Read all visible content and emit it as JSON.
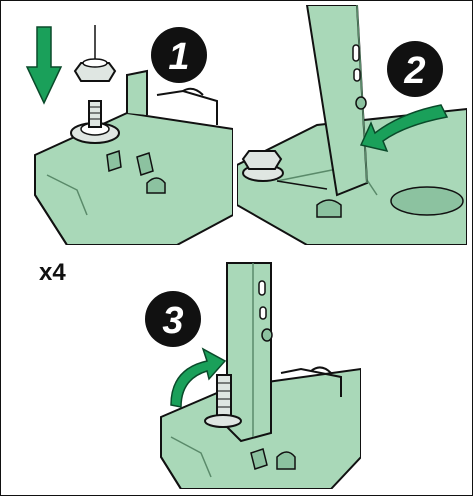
{
  "steps": [
    {
      "number": "1"
    },
    {
      "number": "2"
    },
    {
      "number": "3"
    }
  ],
  "multiplier": "x4",
  "colors": {
    "plate_fill": "#a9d8b8",
    "plate_shadow": "#8cc2a0",
    "outline": "#111111",
    "arrow_green": "#1aa05a",
    "badge_fill": "#111111",
    "badge_text": "#ffffff",
    "metal_fill": "#dfe6e2"
  },
  "icons": [
    "down-arrow-icon",
    "curved-arrow-icon",
    "rotate-arrow-icon",
    "nut-icon",
    "washer-icon",
    "bolt-icon"
  ]
}
